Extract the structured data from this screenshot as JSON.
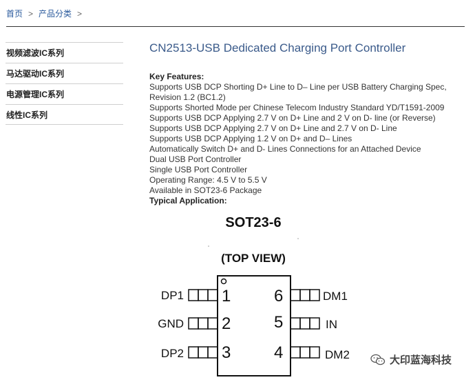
{
  "breadcrumb": {
    "home": "首页",
    "separator": ">",
    "category": "产品分类"
  },
  "sidebar": {
    "items": [
      {
        "label": "视频滤波IC系列"
      },
      {
        "label": "马达驱动IC系列"
      },
      {
        "label": "电源管理IC系列"
      },
      {
        "label": "线性IC系列"
      }
    ]
  },
  "product": {
    "title": "CN2513-USB Dedicated Charging Port Controller",
    "key_features_heading": "Key Features:",
    "features": [
      "Supports USB DCP Shorting D+ Line to D– Line per USB Battery Charging Spec,",
      "Revision 1.2 (BC1.2)",
      "Supports Shorted Mode per Chinese Telecom Industry Standard YD/T1591-2009",
      "Supports USB DCP Applying 2.7 V on D+ Line and 2 V on D- line (or Reverse)",
      "Supports USB DCP Applying 2.7 V on D+ Line and 2.7 V on D- Line",
      "Supports USB DCP Applying 1.2 V on D+ and D– Lines",
      "Automatically Switch D+ and D- Lines Connections for an Attached Device",
      "Dual USB Port Controller",
      "Single USB Port Controller",
      "Operating Range: 4.5 V to 5.5 V",
      "Available in SOT23-6 Package"
    ],
    "typical_application_heading": "Typical Application:"
  },
  "diagram": {
    "package": "SOT23-6",
    "view": "(TOP VIEW)",
    "pins_left": [
      {
        "number": "1",
        "name": "DP1"
      },
      {
        "number": "2",
        "name": "GND"
      },
      {
        "number": "3",
        "name": "DP2"
      }
    ],
    "pins_right": [
      {
        "number": "6",
        "name": "DM1"
      },
      {
        "number": "5",
        "name": "IN"
      },
      {
        "number": "4",
        "name": "DM2"
      }
    ]
  },
  "watermark": {
    "text": "大印蓝海科技"
  }
}
